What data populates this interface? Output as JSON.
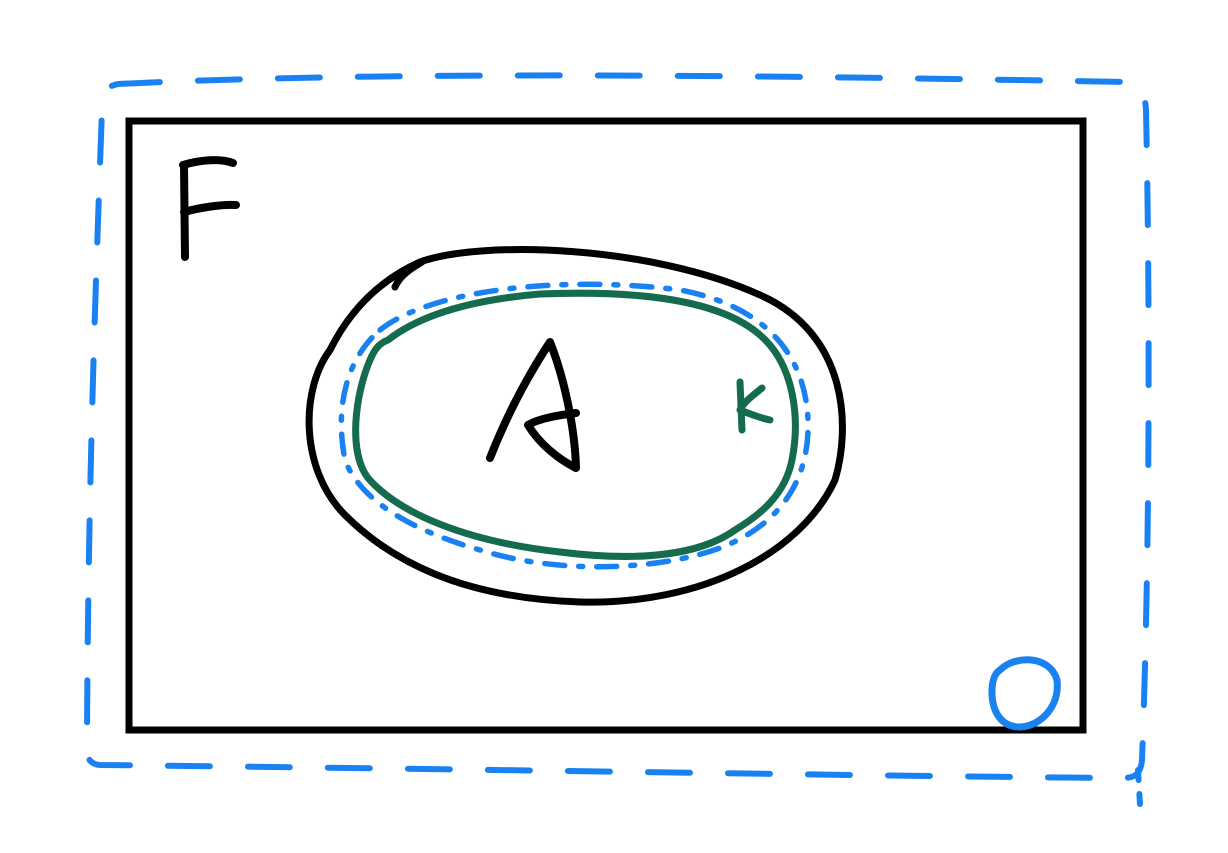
{
  "labels": {
    "set_F": "F",
    "set_A": "A",
    "set_K": "K",
    "set_O": "O"
  },
  "colors": {
    "background": "#ffffff",
    "ink_black": "#000000",
    "ink_blue": "#1a82f0",
    "ink_green": "#156b4e"
  },
  "icons": {
    "F_boundary": "solid-rectangle",
    "O_boundary": "dashed-rectangle",
    "A_boundary": "solid-ellipse",
    "K_boundary": "solid-ellipse",
    "K_open_boundary": "dashed-ellipse"
  }
}
